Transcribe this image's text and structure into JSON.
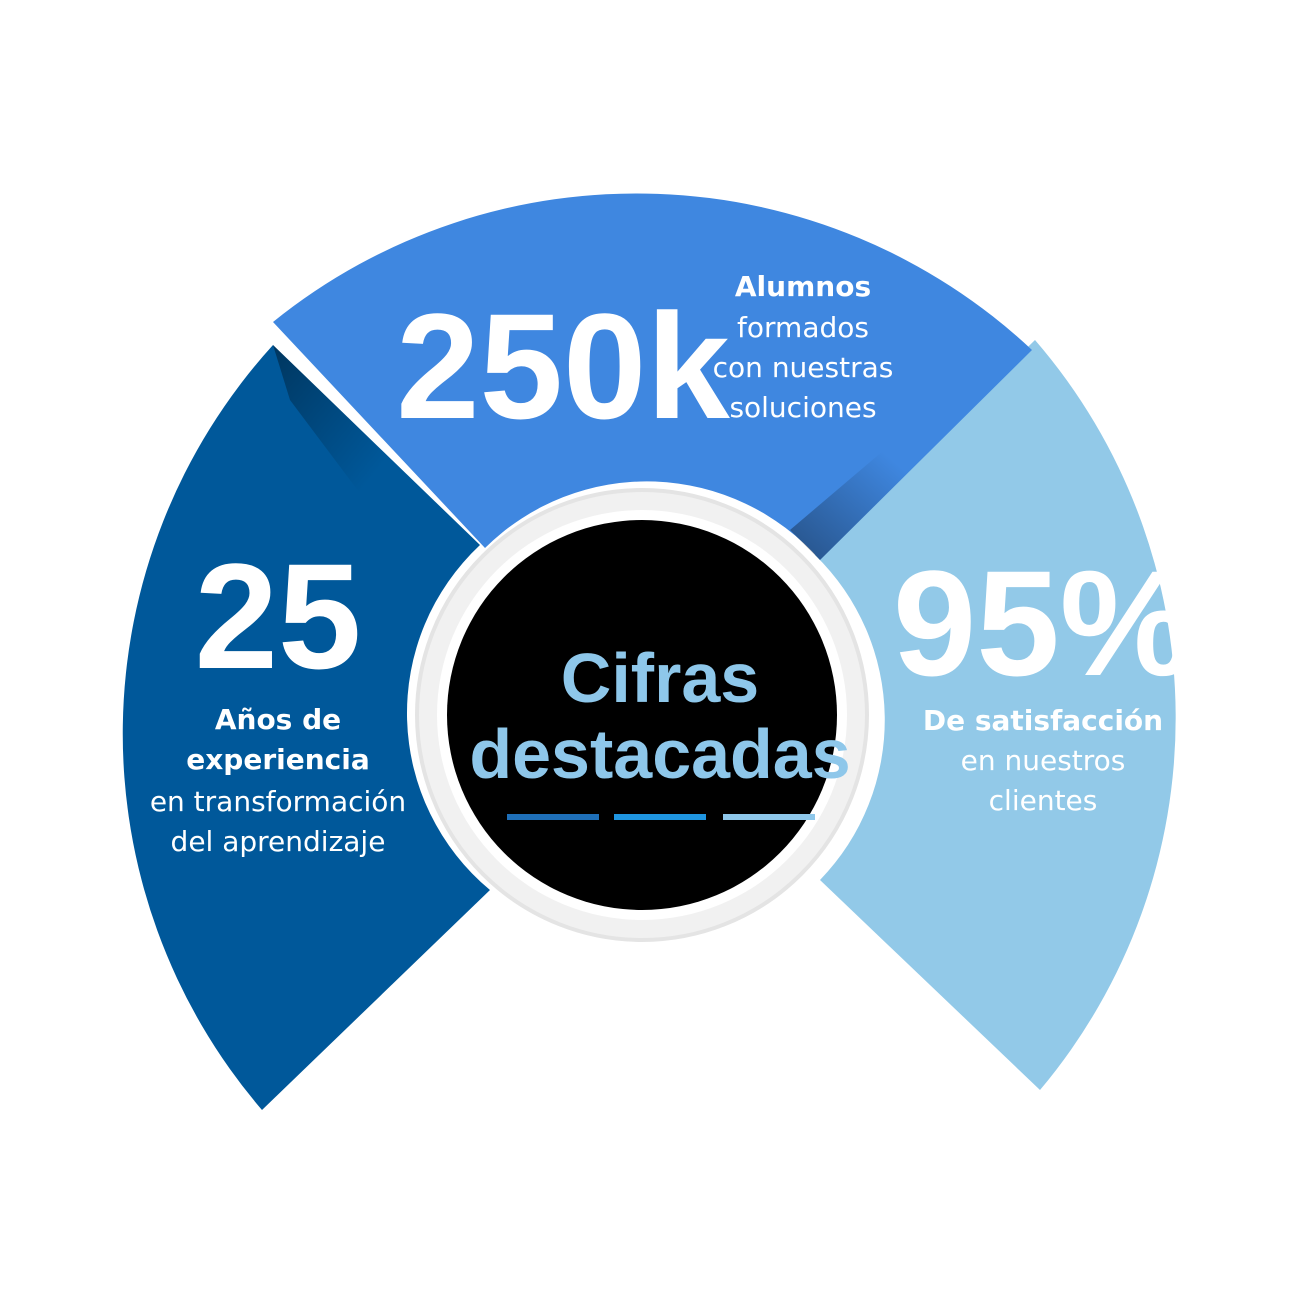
{
  "center": {
    "title_line1": "Cifras",
    "title_line2": "destacadas",
    "bar_colors": [
      "#1e6fb8",
      "#1f95e0",
      "#8ec7ea"
    ]
  },
  "stats": {
    "left": {
      "value": "25",
      "bold_line1": "Años de",
      "bold_line2": "experiencia",
      "line3": "en transformación",
      "line4": "del aprendizaje",
      "color": "#00589a"
    },
    "top": {
      "value": "250k",
      "bold_line1": "Alumnos",
      "line2": "formados",
      "line3": "con nuestras",
      "line4": "soluciones",
      "color": "#3f87e0"
    },
    "right": {
      "value": "95%",
      "bold_line1": "De satisfacción",
      "line2": "en nuestros",
      "line3": "clientes",
      "color": "#92c9e8"
    }
  }
}
